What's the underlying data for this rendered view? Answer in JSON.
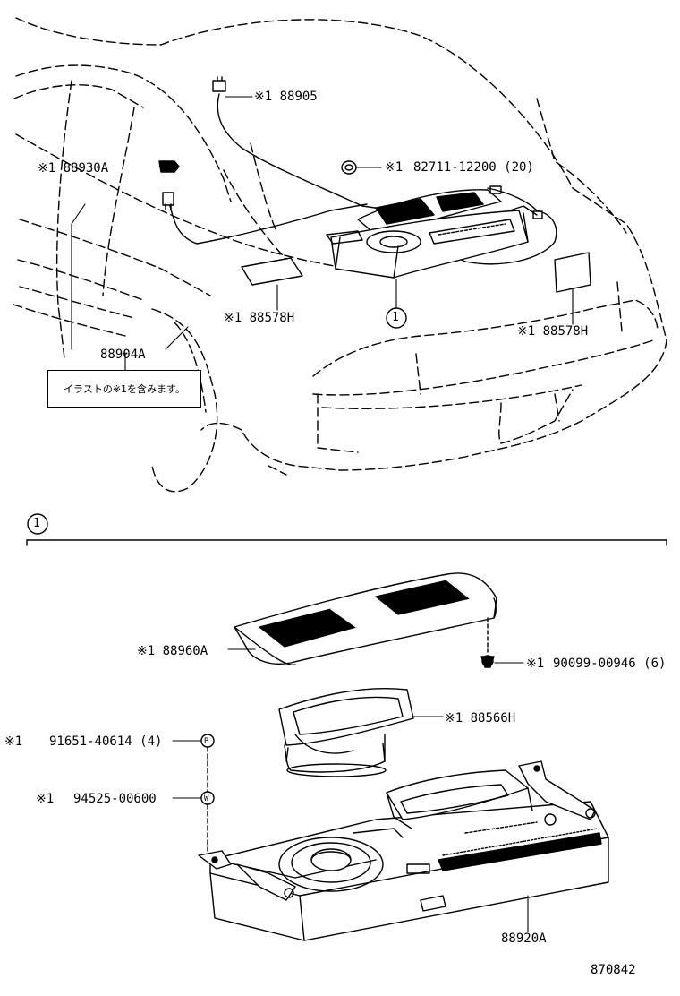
{
  "labels": {
    "p88905": "※1 88905",
    "p88930a": "※1 88930A",
    "p82711_mark": "※1",
    "p82711": "82711-12200 (20)",
    "p88578h_left": "※1 88578H",
    "p88578h_right": "※1 88578H",
    "p88904a": "88904A",
    "note": "イラストの※1を含みます。",
    "callout_car": "1",
    "section_marker": "1",
    "p88960a": "※1 88960A",
    "p90099_mark": "※1",
    "p90099": "90099-00946 (6)",
    "p88566h": "※1 88566H",
    "p91651_mark": "※1",
    "p91651": "91651-40614 (4)",
    "p94525_mark": "※1",
    "p94525": "94525-00600",
    "p88920a": "88920A",
    "bolt_b": "B",
    "washer_w": "W",
    "diagram_code": "870842"
  }
}
